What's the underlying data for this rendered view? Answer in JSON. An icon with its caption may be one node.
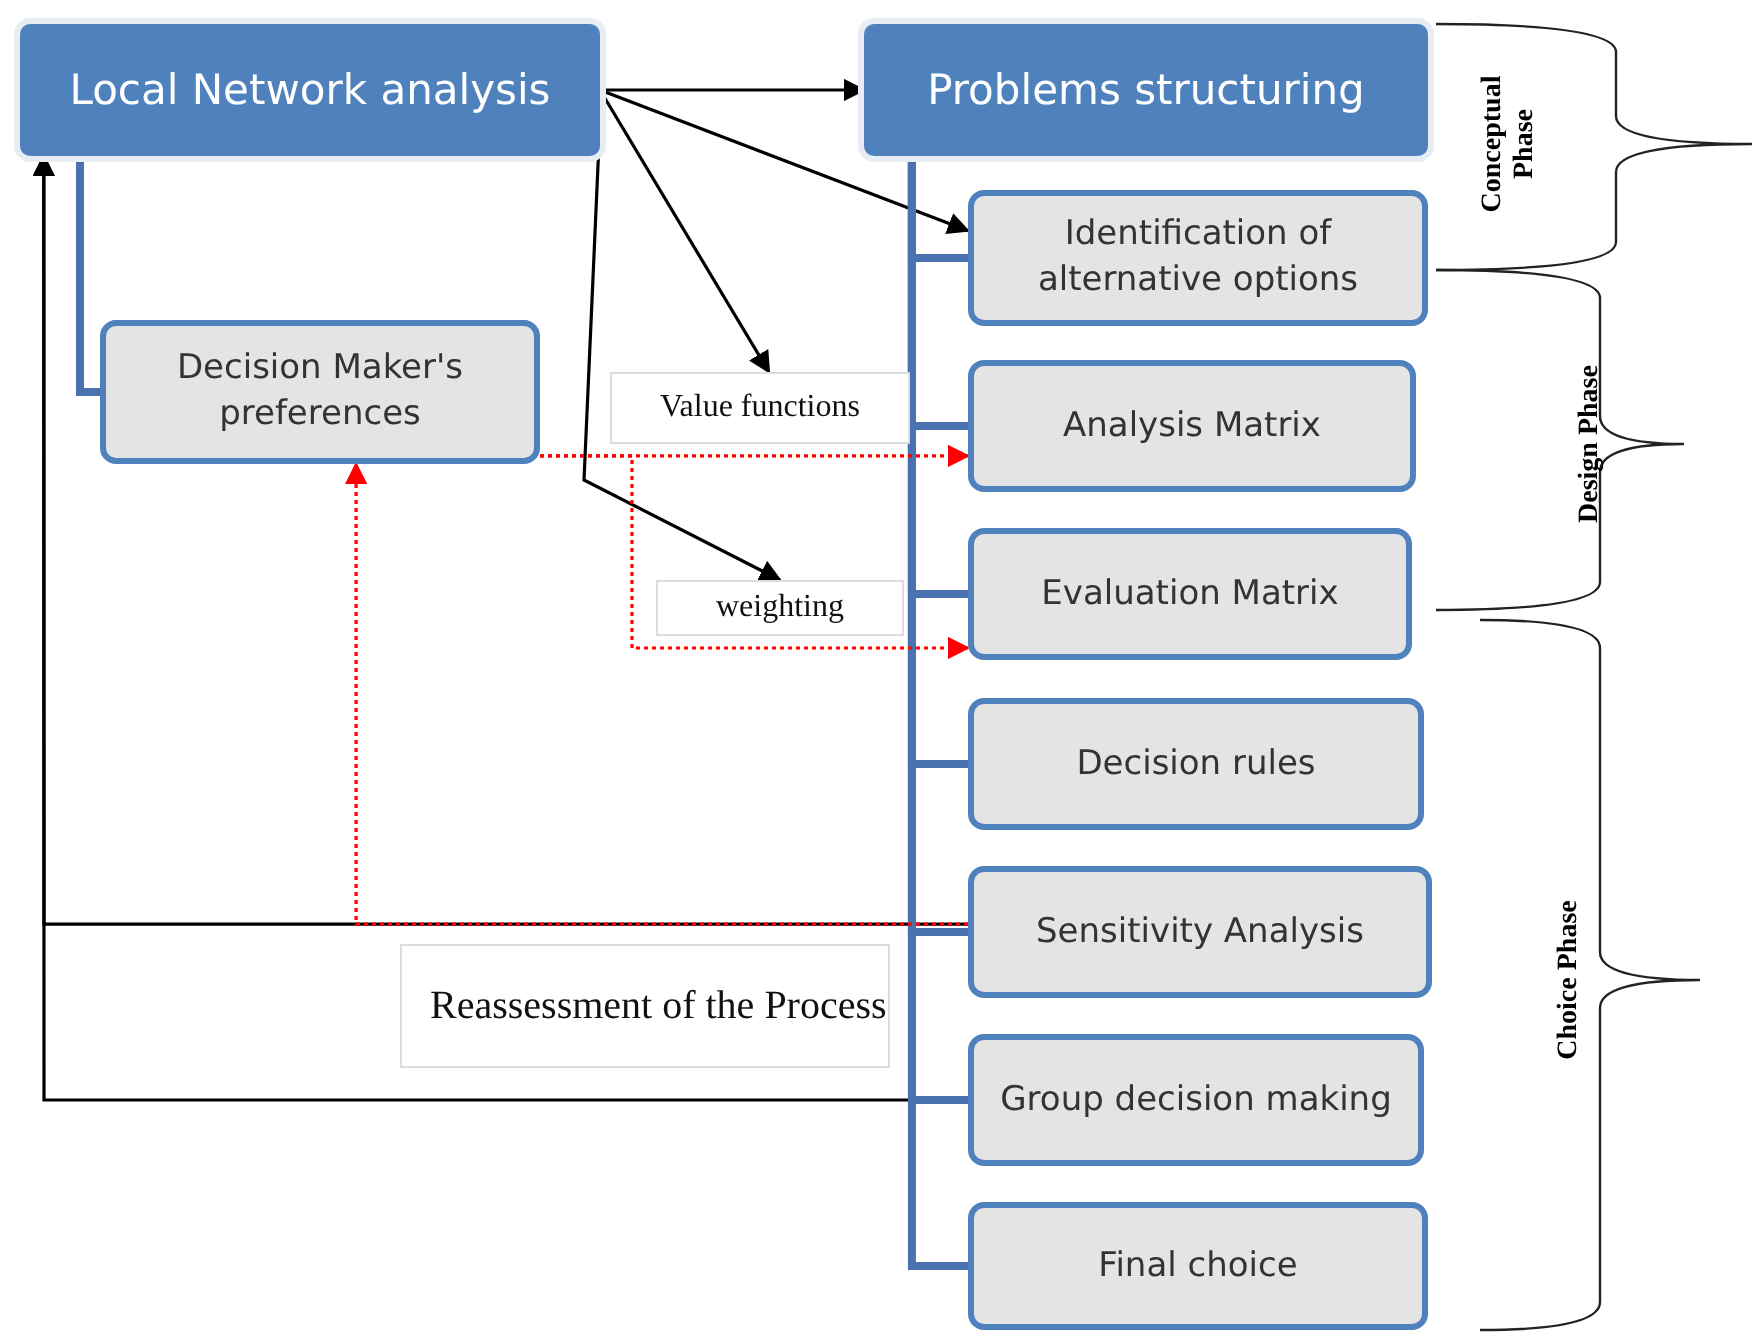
{
  "diagram": {
    "nodes": [
      {
        "text": [
          "Local Network analysis"
        ]
      },
      {
        "text": [
          "Problems structuring"
        ]
      },
      {
        "text": [
          "Decision Maker's preferences"
        ]
      },
      {
        "text": [
          "Identification of alternative options"
        ]
      },
      {
        "text": [
          "Analysis Matrix"
        ]
      },
      {
        "text": [
          "Evaluation Matrix"
        ]
      },
      {
        "text": [
          "Decision rules"
        ]
      },
      {
        "text": [
          "Sensitivity Analysis"
        ]
      },
      {
        "text": [
          "Group decision making"
        ]
      },
      {
        "text": [
          "Final choice"
        ]
      },
      {
        "text": [
          "Value functions"
        ]
      },
      {
        "text": [
          "weighting"
        ]
      },
      {
        "text": [
          "Reassessment of the Process"
        ]
      }
    ],
    "edges": [
      {
        "from": 0,
        "to": 1,
        "arrow": "to",
        "color": "#000000"
      },
      {
        "from": 0,
        "to": 3,
        "arrow": "to",
        "color": "#000000"
      },
      {
        "from": 0,
        "to": 10,
        "arrow": "to",
        "color": "#000000"
      },
      {
        "from": 0,
        "to": 11,
        "arrow": "to",
        "color": "#000000"
      },
      {
        "from": 0,
        "to": 2,
        "arrow": "none",
        "style": "thick"
      },
      {
        "from": 2,
        "to": 4,
        "arrow": "to",
        "style": "dashed",
        "color": "#ff0000"
      },
      {
        "from": 2,
        "to": 5,
        "arrow": "to",
        "style": "dashed",
        "color": "#ff0000"
      },
      {
        "from": 7,
        "to": 2,
        "arrow": "to",
        "style": "dashed",
        "color": "#ff0000"
      },
      {
        "from": 7,
        "to": 0,
        "arrow": "to",
        "color": "#000000"
      },
      {
        "from": 8,
        "to": 0,
        "arrow": "to",
        "color": "#000000"
      },
      {
        "from": 1,
        "to": 3,
        "arrow": "none",
        "style": "thick"
      },
      {
        "from": 1,
        "to": 4,
        "arrow": "none",
        "style": "thick"
      },
      {
        "from": 1,
        "to": 5,
        "arrow": "none",
        "style": "thick"
      },
      {
        "from": 1,
        "to": 6,
        "arrow": "none",
        "style": "thick"
      },
      {
        "from": 1,
        "to": 7,
        "arrow": "none",
        "style": "thick"
      },
      {
        "from": 1,
        "to": 8,
        "arrow": "none",
        "style": "thick"
      },
      {
        "from": 1,
        "to": 9,
        "arrow": "none",
        "style": "thick"
      }
    ],
    "labels": [
      "Conceptual Phase",
      "Design Phase",
      "Choice Phase"
    ]
  }
}
